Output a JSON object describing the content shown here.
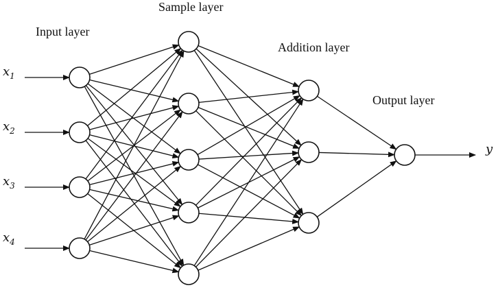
{
  "layers": {
    "input": {
      "label": "Input layer",
      "count": 4
    },
    "sample": {
      "label": "Sample layer",
      "count": 5
    },
    "addition": {
      "label": "Addition layer",
      "count": 3
    },
    "output": {
      "label": "Output layer",
      "count": 1
    }
  },
  "inputs": [
    {
      "var": "x",
      "sub": "1"
    },
    {
      "var": "x",
      "sub": "2"
    },
    {
      "var": "x",
      "sub": "3"
    },
    {
      "var": "x",
      "sub": "4"
    }
  ],
  "output_label": "y"
}
